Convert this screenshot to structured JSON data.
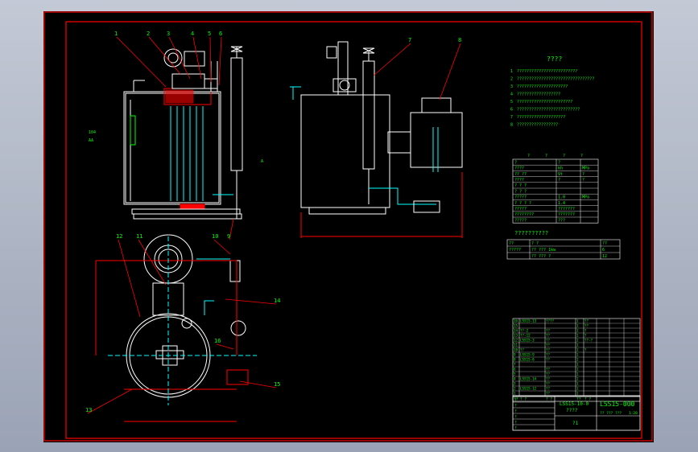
{
  "colors": {
    "background": "#000000",
    "frame": "#ff0000",
    "outline": "#ffffff",
    "annotation": "#00ff00",
    "leader": "#ff0000"
  },
  "callouts_front": [
    "1",
    "2",
    "3",
    "4",
    "5",
    "6",
    "7",
    "8",
    "9"
  ],
  "callouts_top": [
    "10",
    "11",
    "12",
    "13",
    "14",
    "15",
    "16"
  ],
  "side_tags": [
    "104",
    "AA",
    "A"
  ],
  "notes": {
    "title": "????",
    "items": [
      {
        "num": "1",
        "text": "?????????????????????????"
      },
      {
        "num": "2",
        "text": "????????????????????????????????"
      },
      {
        "num": "3",
        "text": "?????????????????????"
      },
      {
        "num": "4",
        "text": "??????????????????"
      },
      {
        "num": "5",
        "text": "???????????????????????"
      },
      {
        "num": "6",
        "text": "??????????????????????????"
      },
      {
        "num": "7",
        "text": "????????????????????"
      },
      {
        "num": "8",
        "text": "?????????????????"
      }
    ]
  },
  "spec_table": {
    "header": [
      "?",
      "?",
      "?",
      "?"
    ],
    "rows": [
      [
        "?",
        "?",
        ""
      ],
      [
        "????",
        "kh",
        "MPa"
      ],
      [
        "?? ??",
        "Vt",
        "?"
      ],
      [
        "????",
        "?",
        "?"
      ],
      [
        "? ? ?",
        "",
        ""
      ],
      [
        "? ? ?",
        "",
        ""
      ],
      [
        "?????",
        "1.0",
        "MPa"
      ],
      [
        "? ? ? ?",
        "1.4",
        ""
      ],
      [
        "?????",
        "???????",
        ""
      ],
      [
        "????????",
        "???????",
        ""
      ],
      [
        "?????",
        "???",
        ""
      ]
    ]
  },
  "small_table": {
    "title": "??????????",
    "header": [
      "??",
      "? ?",
      "??"
    ],
    "rows": [
      [
        "?????",
        "?? ??? 1kw",
        "6"
      ],
      [
        "",
        "?? ??? ?",
        "12"
      ]
    ]
  },
  "parts_list": {
    "rows": [
      [
        "16",
        "LSS15-13",
        "????",
        "1",
        "??"
      ],
      [
        "15",
        "",
        "",
        "1",
        "??"
      ],
      [
        "14",
        "??-2",
        "??",
        "1",
        "?"
      ],
      [
        "13",
        "??-12",
        "??",
        "1",
        "?"
      ],
      [
        "12",
        "LSS15-3",
        "??",
        "1",
        "??-?"
      ],
      [
        "11",
        "",
        "??",
        "1",
        ""
      ],
      [
        "10",
        "??",
        "??",
        "1",
        "?"
      ],
      [
        "9",
        "LSS15-9",
        "??",
        "1",
        ""
      ],
      [
        "8",
        "LSS15-8",
        "??",
        "1",
        ""
      ],
      [
        "7",
        "",
        "",
        "1",
        ""
      ],
      [
        "6",
        "",
        "??",
        "1",
        ""
      ],
      [
        "5",
        "",
        "??",
        "1",
        ""
      ],
      [
        "4",
        "LSS15-14",
        "??",
        "1",
        ""
      ],
      [
        "3",
        "",
        "??",
        "1",
        ""
      ],
      [
        "2",
        "LSS15-12",
        "??",
        "1",
        ""
      ],
      [
        "1",
        "",
        "??",
        "1",
        ""
      ]
    ],
    "header": [
      "??",
      "? ?",
      "? ?",
      "??",
      "? ?"
    ]
  },
  "title_block": {
    "code": "LSS15-000",
    "name": "LSS15-10-0",
    "name_sub": "????",
    "scale": "1:20",
    "sheet": "?1",
    "left_cells": [
      "?",
      "?",
      "?",
      "?",
      "?",
      "?"
    ],
    "grid_label": "?? ??? ???"
  }
}
